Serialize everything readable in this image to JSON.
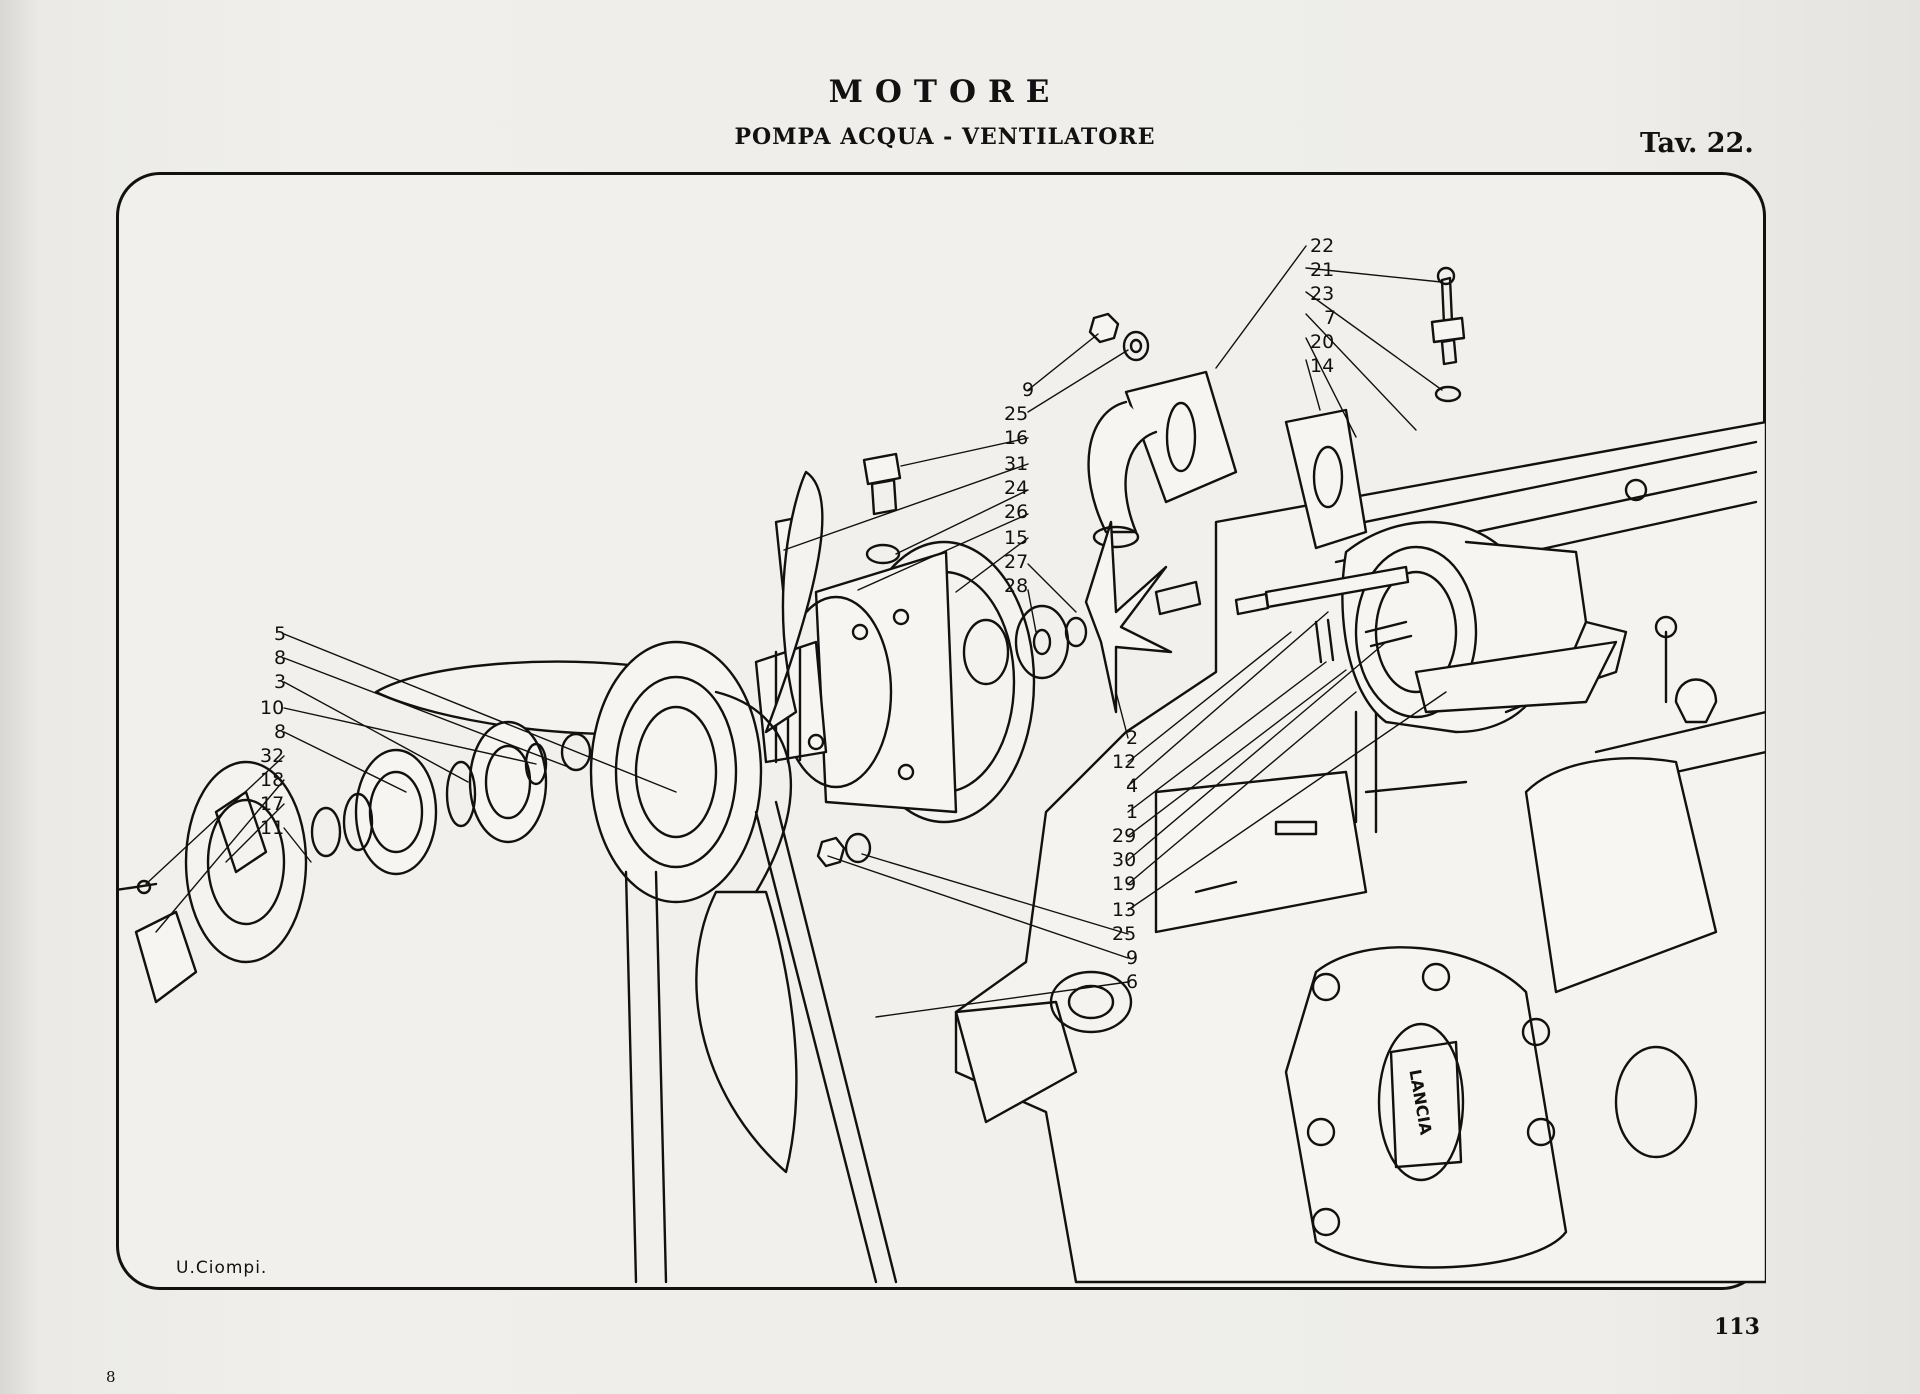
{
  "header": {
    "title": "MOTORE",
    "subtitle": "POMPA ACQUA - VENTILATORE",
    "plate": "Tav. 22."
  },
  "callouts": {
    "right_stack": [
      "22",
      "21",
      "23",
      "7",
      "20",
      "14"
    ],
    "middle_stack": [
      "9",
      "25",
      "16",
      "31",
      "24",
      "26",
      "15",
      "27",
      "28"
    ],
    "lower_middle_stack": [
      "2",
      "12",
      "4",
      "1",
      "29",
      "30",
      "19",
      "13",
      "25",
      "9",
      "6"
    ],
    "left_stack": [
      "5",
      "8",
      "3",
      "10",
      "8",
      "32",
      "18",
      "17",
      "11"
    ]
  },
  "diagram": {
    "brand_logo": "LANCIA",
    "signature": "U.Ciompi."
  },
  "footer": {
    "page_number": "113",
    "corner_mark": "8"
  }
}
